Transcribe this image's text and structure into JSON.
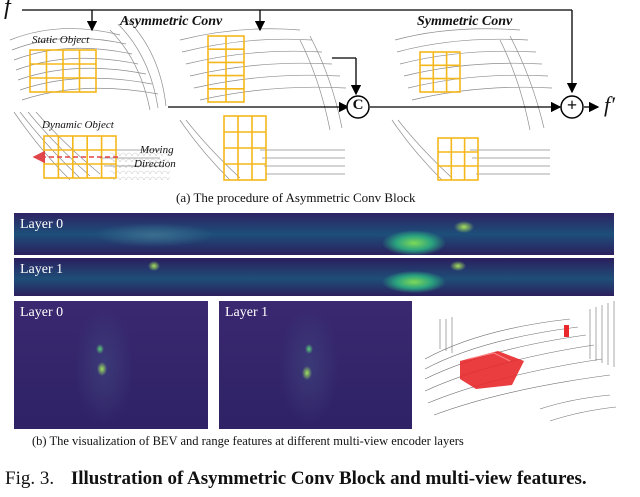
{
  "top_figure": {
    "input_label": "f",
    "output_label": "f′",
    "asym_title": "Asymmetric Conv",
    "sym_title": "Symmetric Conv",
    "static_object": "Static Object",
    "dynamic_object": "Dynamic Object",
    "moving_direction_line1": "Moving",
    "moving_direction_line2": "Direction",
    "concat_symbol": "C",
    "add_symbol": "+",
    "caption": "(a) The procedure of Asymmetric Conv Block",
    "grid_color": "#f5b81c",
    "arrow_color": "#e0454a"
  },
  "middle_figure": {
    "range_layer0_label": "Layer 0",
    "range_layer1_label": "Layer 1",
    "bev_layer0_label": "Layer 0",
    "bev_layer1_label": "Layer 1",
    "caption": "(b) The visualization of BEV and range features at different multi-view encoder layers",
    "heatmap_low_color": "#2d1a5a",
    "heatmap_high_color": "#7ed957"
  },
  "figure_caption": {
    "prefix": "Fig. 3.",
    "title": "Illustration of Asymmetric Conv Block and multi-view features."
  }
}
